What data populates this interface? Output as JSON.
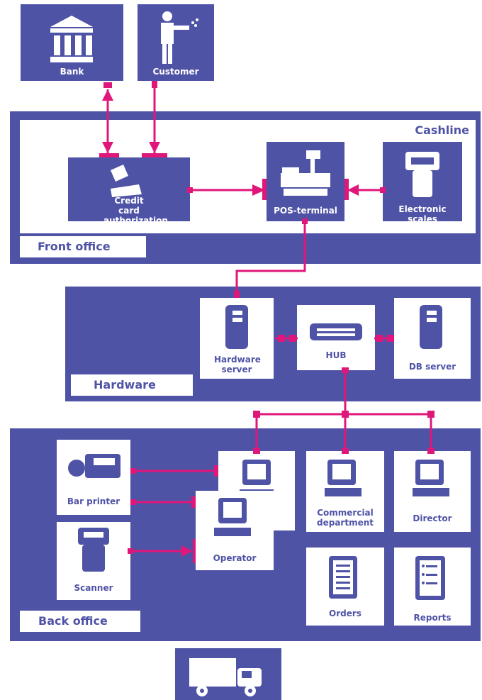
{
  "top": {
    "bank": "Bank",
    "customer": "Customer"
  },
  "front_office": {
    "title": "Cashline",
    "label": "Front office",
    "credit_card": "Credit card authorization",
    "pos_terminal": "POS-terminal",
    "scales": "Electronic scales"
  },
  "hardware": {
    "label": "Hardware",
    "hw_server": "Hardware server",
    "hub": "HUB",
    "db_server": "DB server"
  },
  "back_office": {
    "label": "Back office",
    "bar_printer": "Bar printer",
    "scanner": "Scanner",
    "operator": "Operator",
    "commercial": "Commercial department",
    "director": "Director",
    "orders": "Orders",
    "reports": "Reports"
  },
  "colors": {
    "navy": "#4f53a6",
    "connector": "#e0177a",
    "white": "#ffffff"
  }
}
